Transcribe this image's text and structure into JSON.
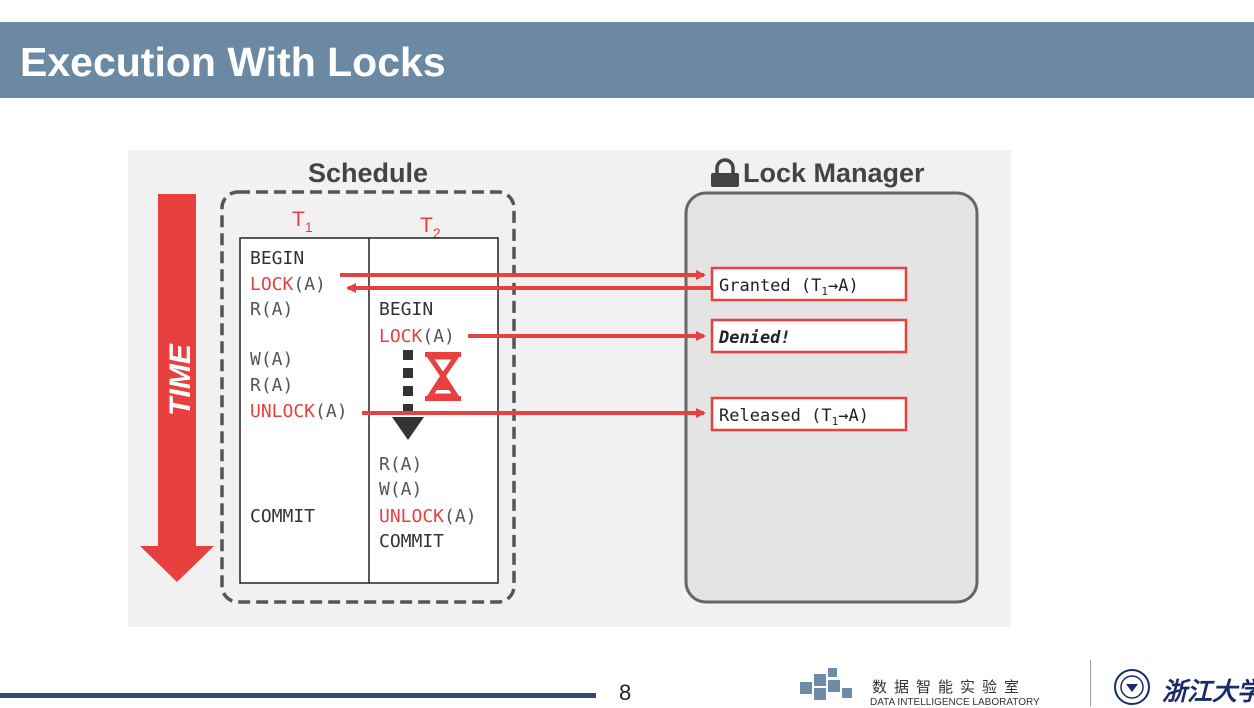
{
  "slide": {
    "title": "Execution With Locks",
    "page_number": "8"
  },
  "diagram": {
    "time_label": "TIME",
    "schedule_label": "Schedule",
    "lock_manager_label": "Lock Manager",
    "t1_header": {
      "base": "T",
      "sub": "1"
    },
    "t2_header": {
      "base": "T",
      "sub": "2"
    },
    "t1_ops": {
      "begin": "BEGIN",
      "lock_kw": "LOCK",
      "lock_arg": "(A)",
      "r1": "R(A)",
      "w": "W(A)",
      "r2": "R(A)",
      "unlock_kw": "UNLOCK",
      "unlock_arg": "(A)",
      "commit": "COMMIT"
    },
    "t2_ops": {
      "begin": "BEGIN",
      "lock_kw": "LOCK",
      "lock_arg": "(A)",
      "r": "R(A)",
      "w": "W(A)",
      "unlock_kw": "UNLOCK",
      "unlock_arg": "(A)",
      "commit": "COMMIT"
    },
    "messages": {
      "granted": {
        "prefix": "Granted (T",
        "sub": "1",
        "suffix": "→A)"
      },
      "denied": "Denied!",
      "released": {
        "prefix": "Released (T",
        "sub": "1",
        "suffix": "→A)"
      }
    },
    "colors": {
      "accent_red": "#e8403f",
      "dark_gray": "#444444",
      "panel_gray": "#e4e4e4"
    }
  },
  "footer": {
    "lab_name_cn": "数据智能实验室",
    "lab_name_en": "DATA INTELLIGENCE LABORATORY",
    "university_cn": "浙江大学"
  }
}
